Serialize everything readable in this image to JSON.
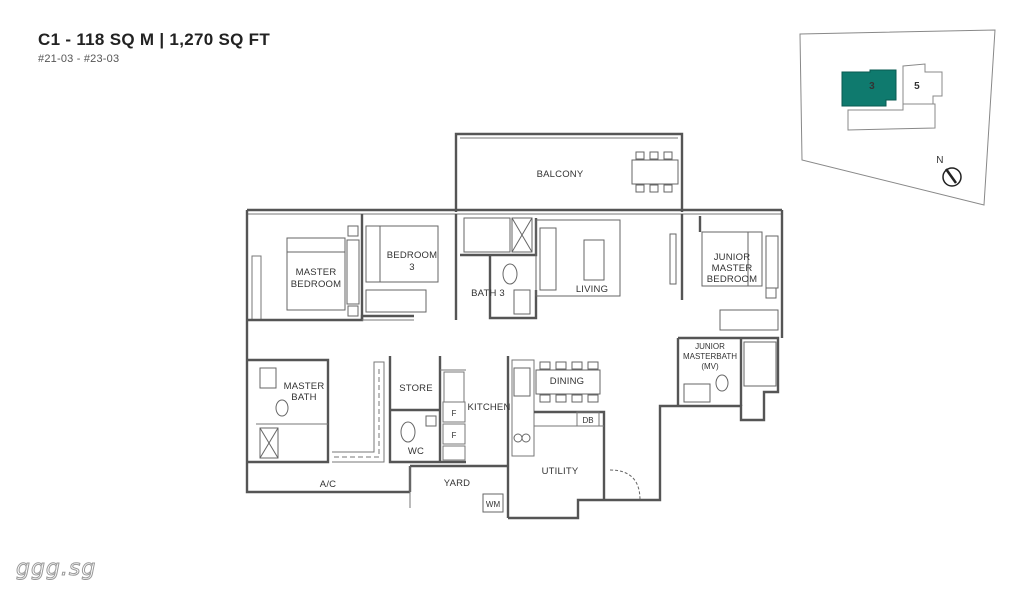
{
  "header": {
    "title": "C1 - 118 SQ M | 1,270 SQ FT",
    "subtitle": "#21-03 - #23-03"
  },
  "rooms": {
    "balcony": "BALCONY",
    "master_bedroom": [
      "MASTER",
      "BEDROOM"
    ],
    "bedroom3": [
      "BEDROOM",
      "3"
    ],
    "bath3": "BATH 3",
    "living": "LIVING",
    "junior_master_bedroom": [
      "JUNIOR",
      "MASTER",
      "BEDROOM"
    ],
    "junior_masterbath": [
      "JUNIOR",
      "MASTERBATH",
      "(MV)"
    ],
    "master_bath": [
      "MASTER",
      "BATH"
    ],
    "store": "STORE",
    "kitchen": "KITCHEN",
    "dining": "DINING",
    "wc": "WC",
    "db": "DB",
    "fridge_1": "F",
    "fridge_2": "F",
    "utility": "UTILITY",
    "ac": "A/C",
    "yard": "YARD",
    "wm": "WM"
  },
  "keyplan": {
    "unit_selected": "3",
    "unit_other": "5",
    "north": "N",
    "highlight_color": "#0f7a6e"
  },
  "watermark": "ggg.sg"
}
